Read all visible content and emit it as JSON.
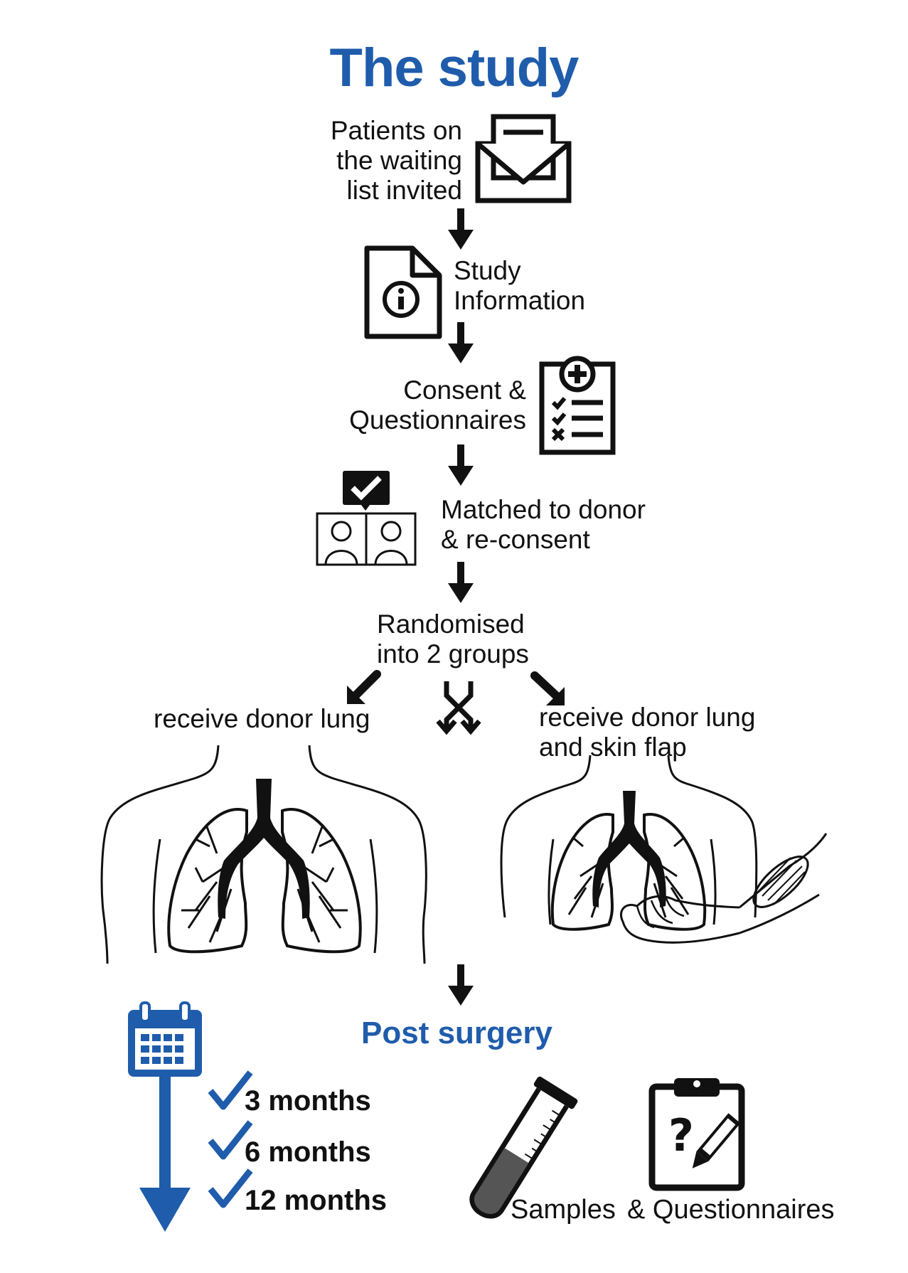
{
  "colors": {
    "accent": "#1f5cab",
    "ink": "#111111"
  },
  "title": "The study",
  "steps": {
    "invite": {
      "line1": "Patients on",
      "line2": "the waiting",
      "line3": "list invited",
      "icon": "envelope-icon"
    },
    "info": {
      "line1": "Study",
      "line2": "Information",
      "icon": "info-document-icon"
    },
    "consent": {
      "line1": "Consent &",
      "line2": "Questionnaires",
      "icon": "medical-checklist-icon"
    },
    "matched": {
      "line1": "Matched to donor",
      "line2": "& re-consent",
      "icon": "matched-people-icon"
    },
    "randomised": {
      "line1": "Randomised",
      "line2": "into 2 groups",
      "icon": "shuffle-icon"
    }
  },
  "groups": {
    "a": {
      "label": "receive donor lung"
    },
    "b": {
      "line1": "receive donor lung",
      "line2": "and skin flap"
    }
  },
  "post_surgery": {
    "title": "Post surgery",
    "timepoints": [
      "3 months",
      "6 months",
      "12 months"
    ],
    "samples_label": "Samples",
    "questionnaires_label": "& Questionnaires"
  }
}
